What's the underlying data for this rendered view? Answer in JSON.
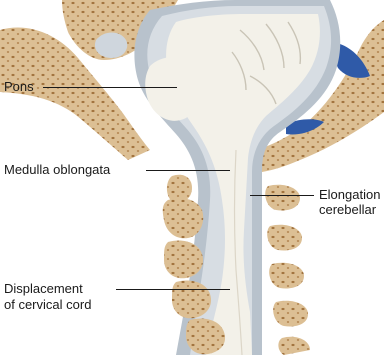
{
  "labels": {
    "pons": "Pons",
    "medulla": "Medulla oblongata",
    "elongation_line1": "Elongation",
    "elongation_line2": "cerebellar",
    "displacement_line1": "Displacement",
    "displacement_line2": "of cervical cord"
  },
  "colors": {
    "bone": "#dcbf94",
    "bone_pores": "#a2733e",
    "csf_membrane": "#b8c2cc",
    "csf_light": "#d7dde3",
    "neural_tissue": "#f3f1e9",
    "fluid_blue": "#2f5aa8",
    "leader_line": "#1a1a1a"
  }
}
